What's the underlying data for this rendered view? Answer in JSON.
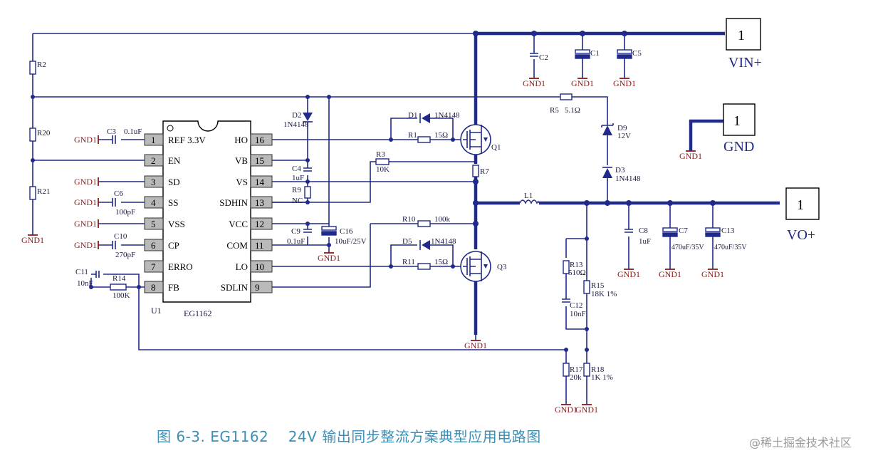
{
  "chip": {
    "ref": "U1",
    "part": "EG1162",
    "pins_left": [
      {
        "num": "1",
        "name": "REF 3.3V"
      },
      {
        "num": "2",
        "name": "EN"
      },
      {
        "num": "3",
        "name": "SD"
      },
      {
        "num": "4",
        "name": "SS"
      },
      {
        "num": "5",
        "name": "VSS"
      },
      {
        "num": "6",
        "name": "CP"
      },
      {
        "num": "7",
        "name": "ERRO"
      },
      {
        "num": "8",
        "name": "FB"
      }
    ],
    "pins_right": [
      {
        "num": "16",
        "name": "HO"
      },
      {
        "num": "15",
        "name": "VB"
      },
      {
        "num": "14",
        "name": "VS"
      },
      {
        "num": "13",
        "name": "SDHIN"
      },
      {
        "num": "12",
        "name": "VCC"
      },
      {
        "num": "11",
        "name": "COM"
      },
      {
        "num": "10",
        "name": "LO"
      },
      {
        "num": "9",
        "name": "SDLIN"
      }
    ]
  },
  "connectors": [
    {
      "num": "1",
      "label": "VIN+"
    },
    {
      "num": "1",
      "label": "GND"
    },
    {
      "num": "1",
      "label": "VO+"
    }
  ],
  "gnd_label": "GND1",
  "components": {
    "r2": "R2",
    "r20": "R20",
    "r21": "R21",
    "c3": "C3",
    "c3v": "0.1uF",
    "c6": "C6",
    "c6v": "100pF",
    "c10": "C10",
    "c10v": "270pF",
    "c11": "C11",
    "c11v": "10nF",
    "r14": "R14",
    "r14v": "100K",
    "c2": "C2",
    "c1": "C1",
    "c5": "C5",
    "d2": "D2",
    "d2v": "1N4148",
    "c4": "C4",
    "c4v": "1uF",
    "r9": "R9",
    "r9v": "NC",
    "c9": "C9",
    "c9v": "0.1uF",
    "c16": "C16",
    "c16v": "10uF/25V",
    "d1": "D1",
    "d1v": "1N4148",
    "r1": "R1",
    "r1v": "15Ω",
    "r3": "R3",
    "r3v": "10K",
    "q1": "Q1",
    "r7": "R7",
    "r5": "R5",
    "r5v": "5.1Ω",
    "d9": "D9",
    "d9v": "12V",
    "d3": "D3",
    "d3v": "1N4148",
    "l1": "L1",
    "r10": "R10",
    "r10v": "100k",
    "d5": "D5",
    "d5v": "1N4148",
    "r11": "R11",
    "r11v": "15Ω",
    "q3": "Q3",
    "c8": "C8",
    "c8v": "1uF",
    "c7": "C7",
    "c7v": "470uF/35V",
    "c13": "C13",
    "c13v": "470uF/35V",
    "r13": "R13",
    "r13v": "510Ω",
    "c12": "C12",
    "c12v": "10nF",
    "r15": "R15",
    "r15v": "18K 1%",
    "r17": "R17",
    "r17v": "20k",
    "r18": "R18",
    "r18v": "1K 1%"
  },
  "caption": "图 6-3. EG1162    24V 输出同步整流方案典型应用电路图",
  "watermark": "@稀土掘金技术社区"
}
